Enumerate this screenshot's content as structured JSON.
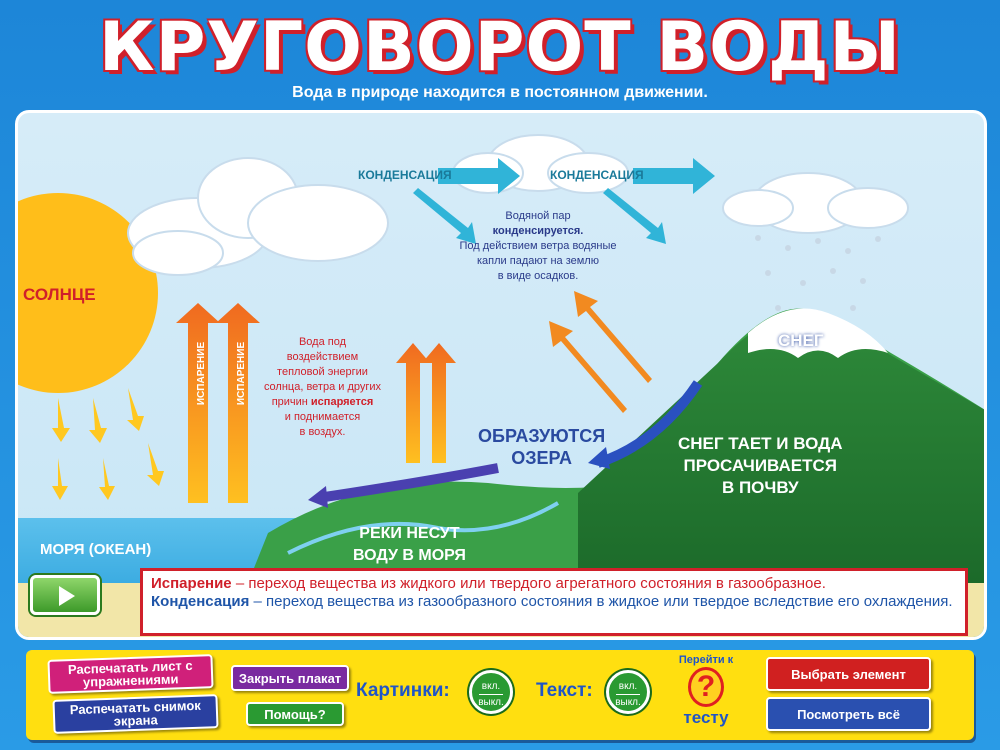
{
  "header": {
    "title": "КРУГОВОРОТ ВОДЫ",
    "subtitle": "Вода в природе находится в постоянном движении."
  },
  "scene": {
    "sun": "СОЛНЦЕ",
    "condensation_1": "КОНДЕНСАЦИЯ",
    "condensation_2": "КОНДЕНСАЦИЯ",
    "vapor_text": [
      "Водяной пар",
      "конденсируется.",
      "Под действием ветра водяные",
      "капли падают на землю",
      "в виде осадков."
    ],
    "evaporation_label": "ИСПАРЕНИЕ",
    "evap_text": [
      "Вода под",
      "воздействием",
      "тепловой энергии",
      "солнца, ветра и других",
      "причин",
      "испаряется",
      "и поднимается",
      "в воздух."
    ],
    "snow": "СНЕГ",
    "lakes": [
      "ОБРАЗУЮТСЯ",
      "ОЗЕРА"
    ],
    "snow_melts": [
      "СНЕГ ТАЕТ И ВОДА",
      "ПРОСАЧИВАЕТСЯ",
      "В ПОЧВУ"
    ],
    "rivers": [
      "РЕКИ НЕСУТ",
      "ВОДУ В МОРЯ"
    ],
    "sea": "МОРЯ (ОКЕАН)"
  },
  "definitions": {
    "evap_term": "Испарение",
    "evap_def": " – переход вещества из жидкого или твердого агрегатного состояния в газообразное.",
    "cond_term": "Конденсация",
    "cond_def": " – переход вещества из газообразного состояния в жидкое или твердое вследствие его охлаждения."
  },
  "toolbar": {
    "print_sheet": "Распечатать лист с упражнениями",
    "print_screen": "Распечатать снимок экрана",
    "close_poster": "Закрыть плакат",
    "help": "Помощь?",
    "pictures_label": "Картинки:",
    "text_label": "Текст:",
    "toggle_on": "вкл.",
    "toggle_off": "выкл.",
    "go_to": "Перейти к",
    "test": "тесту",
    "question": "?",
    "select_element": "Выбрать элемент",
    "view_all": "Посмотреть всё"
  },
  "colors": {
    "background": "#1d86d8",
    "title_shadow": "#d0202a",
    "toolbar": "#ffdf10",
    "evap_red": "#d0202a",
    "cond_blue": "#1f55a8"
  }
}
